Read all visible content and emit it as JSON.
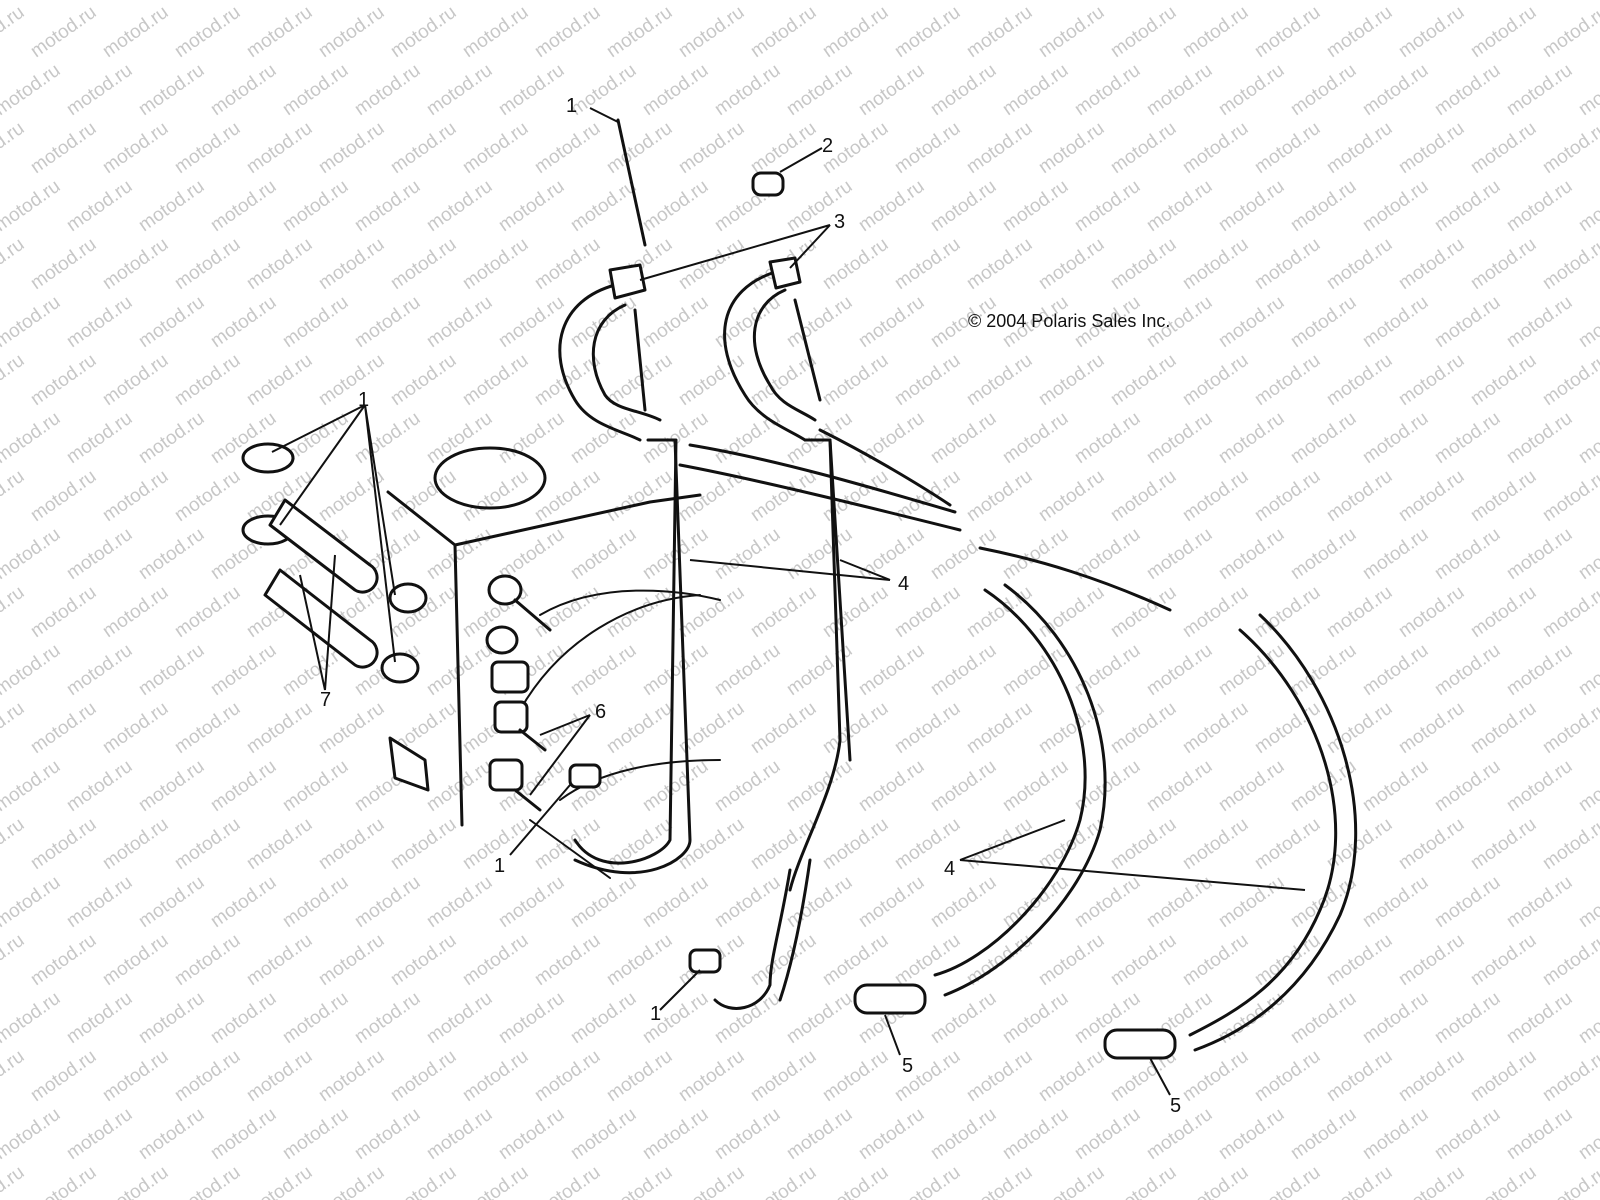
{
  "copyright": "© 2004 Polaris Sales Inc.",
  "watermark": "motod.ru",
  "callouts": [
    {
      "id": "c1a",
      "label": "1"
    },
    {
      "id": "c2",
      "label": "2"
    },
    {
      "id": "c3",
      "label": "3"
    },
    {
      "id": "c1b",
      "label": "1"
    },
    {
      "id": "c4a",
      "label": "4"
    },
    {
      "id": "c6",
      "label": "6"
    },
    {
      "id": "c7",
      "label": "7"
    },
    {
      "id": "c1c",
      "label": "1"
    },
    {
      "id": "c4b",
      "label": "4"
    },
    {
      "id": "c1d",
      "label": "1"
    },
    {
      "id": "c5a",
      "label": "5"
    },
    {
      "id": "c5b",
      "label": "5"
    }
  ],
  "colors": {
    "ink": "#111111",
    "watermark": "#9a9a9a",
    "background": "#ffffff"
  }
}
